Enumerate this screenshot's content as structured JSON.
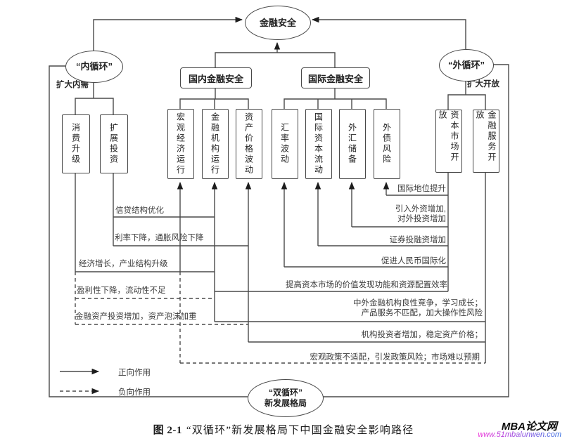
{
  "diagram": {
    "nodes": {
      "financial_security": "金融安全",
      "inner_circulation": "“内循环”",
      "outer_circulation": "“外循环”",
      "domestic_financial_security": "国内金融安全",
      "international_financial_security": "国际金融安全",
      "dual_circulation_line1": "“双循环”",
      "dual_circulation_line2": "新发展格局"
    },
    "branch_labels": {
      "expand_domestic_demand": "扩大内需",
      "expand_opening_up": "扩大开放"
    },
    "factor_boxes": [
      {
        "label": "消费升级"
      },
      {
        "label": "扩展投资"
      },
      {
        "label": "宏观经济运行"
      },
      {
        "label": "金融机构运行"
      },
      {
        "label": "资产价格波动"
      },
      {
        "label": "汇率波动"
      },
      {
        "label": "国际资本流动"
      },
      {
        "label": "外汇储备"
      },
      {
        "label": "外债风险"
      },
      {
        "label": "资本市场开放"
      },
      {
        "label": "金融服务开放"
      }
    ],
    "path_labels": [
      {
        "text": "信贷结构优化",
        "effect": "positive"
      },
      {
        "text": "利率下降，通胀风险下降",
        "effect": "positive"
      },
      {
        "text": "经济增长，产业结构升级",
        "effect": "positive"
      },
      {
        "text": "盈利性下降，流动性不足",
        "effect": "negative"
      },
      {
        "text": "金融资产投资增加，资产泡沫加重",
        "effect": "negative"
      },
      {
        "text": "国际地位提升",
        "effect": "positive"
      },
      {
        "text": "引入外资增加,\n对外投资增加",
        "effect": "positive"
      },
      {
        "text": "证券投融资增加",
        "effect": "positive"
      },
      {
        "text": "促进人民币国际化",
        "effect": "positive"
      },
      {
        "text": "提高资本市场的价值发现功能和资源配置效率",
        "effect": "positive"
      },
      {
        "text": "中外金融机构良性竞争，学习成长；\n产品服务不匹配，加大操作性风险",
        "effect": "positive"
      },
      {
        "text": "机构投资者增加，稳定资产价格；",
        "effect": "positive"
      },
      {
        "text": "宏观政策不适配，引发政策风险；市场难以预期",
        "effect": "negative"
      }
    ],
    "legend": {
      "positive": "正向作用",
      "negative": "负向作用"
    },
    "caption": {
      "figure_no": "图 2-1",
      "text": "“双循环”新发展格局下中国金融安全影响路径"
    },
    "watermark": {
      "site_name": "MBA论文网",
      "site_url": "www.51mbalunwen.com"
    },
    "colors": {
      "line": "#4a4a4a",
      "arrow": "#1d1d1d",
      "url_pink": "#e43bd9",
      "url_blue": "#2f6be0"
    }
  }
}
